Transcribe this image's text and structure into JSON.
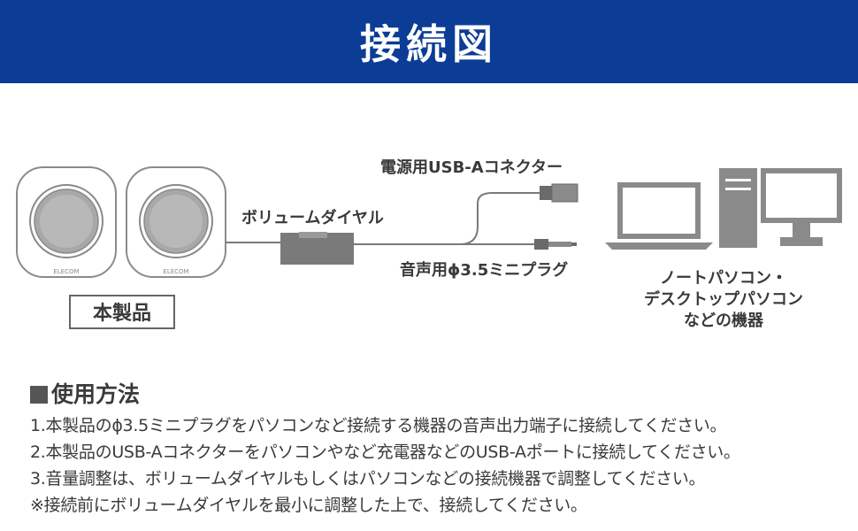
{
  "header": {
    "title": "接続図"
  },
  "diagram": {
    "product_label": "本製品",
    "speaker_brand": "ELECOM",
    "volume_dial_label": "ボリュームダイヤル",
    "usb_connector_label": "電源用USB-Aコネクター",
    "audio_plug_label": "音声用ϕ3.5ミニプラグ",
    "device_label_lines": [
      "ノートパソコン・",
      "デスクトップパソコン",
      "などの機器"
    ]
  },
  "usage": {
    "title": "使用方法",
    "steps": [
      "1.本製品のϕ3.5ミニプラグをパソコンなど接続する機器の音声出力端子に接続してください。",
      "2.本製品のUSB-Aコネクターをパソコンやなど充電器などのUSB-Aポートに接続してください。",
      "3.音量調整は、ボリュームダイヤルもしくはパソコンなどの接続機器で調整してください。",
      "※接続前にボリュームダイヤルを最小に調整した上で、接続してください。"
    ]
  },
  "colors": {
    "header_bg": "#0b3c96",
    "line": "#7a7a7a",
    "device_fill": "#8a8a8a"
  }
}
